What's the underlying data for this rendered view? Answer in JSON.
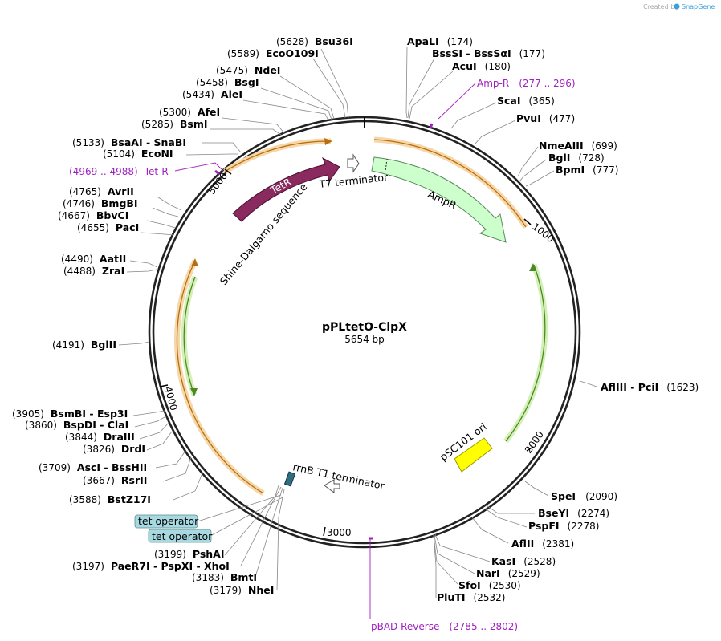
{
  "credit": {
    "created_by": "Created by",
    "brand": "SnapGene"
  },
  "plasmid": {
    "name": "pPLtetO-ClpX",
    "size_label": "5654 bp",
    "length": 5654
  },
  "ticks": [
    {
      "pos": 1000,
      "label": "1000"
    },
    {
      "pos": 2000,
      "label": "2000"
    },
    {
      "pos": 3000,
      "label": "3000"
    },
    {
      "pos": 4000,
      "label": "4000"
    },
    {
      "pos": 5000,
      "label": "5000"
    }
  ],
  "sites": [
    {
      "name": "Bsu36I",
      "pos": "(5628)"
    },
    {
      "name": "EcoO109I",
      "pos": "(5589)"
    },
    {
      "name": "NdeI",
      "pos": "(5475)"
    },
    {
      "name": "BsgI",
      "pos": "(5458)"
    },
    {
      "name": "AleI",
      "pos": "(5434)"
    },
    {
      "name": "AfeI",
      "pos": "(5300)"
    },
    {
      "name": "BsmI",
      "pos": "(5285)"
    },
    {
      "name": "BsaAI - SnaBI",
      "pos": "(5133)"
    },
    {
      "name": "EcoNI",
      "pos": "(5104)"
    },
    {
      "name": "AvrII",
      "pos": "(4765)"
    },
    {
      "name": "BmgBI",
      "pos": "(4746)"
    },
    {
      "name": "BbvCI",
      "pos": "(4667)"
    },
    {
      "name": "PacI",
      "pos": "(4655)"
    },
    {
      "name": "AatII",
      "pos": "(4490)"
    },
    {
      "name": "ZraI",
      "pos": "(4488)"
    },
    {
      "name": "BglII",
      "pos": "(4191)"
    },
    {
      "name": "BsmBI - Esp3I",
      "pos": "(3905)"
    },
    {
      "name": "BspDI - ClaI",
      "pos": "(3860)"
    },
    {
      "name": "DraIII",
      "pos": "(3844)"
    },
    {
      "name": "DrdI",
      "pos": "(3826)"
    },
    {
      "name": "AscI - BssHII",
      "pos": "(3709)"
    },
    {
      "name": "RsrII",
      "pos": "(3667)"
    },
    {
      "name": "BstZ17I",
      "pos": "(3588)"
    },
    {
      "name": "PshAI",
      "pos": "(3199)"
    },
    {
      "name": "PaeR7I - PspXI - XhoI",
      "pos": "(3197)"
    },
    {
      "name": "BmtI",
      "pos": "(3183)"
    },
    {
      "name": "NheI",
      "pos": "(3179)"
    },
    {
      "name": "ApaLI",
      "pos": "(174)"
    },
    {
      "name": "BssSI - BssSαI",
      "pos": "(177)"
    },
    {
      "name": "AcuI",
      "pos": "(180)"
    },
    {
      "name": "ScaI",
      "pos": "(365)"
    },
    {
      "name": "PvuI",
      "pos": "(477)"
    },
    {
      "name": "NmeAIII",
      "pos": "(699)"
    },
    {
      "name": "BglI",
      "pos": "(728)"
    },
    {
      "name": "BpmI",
      "pos": "(777)"
    },
    {
      "name": "AflIII - PciI",
      "pos": "(1623)"
    },
    {
      "name": "SpeI",
      "pos": "(2090)"
    },
    {
      "name": "BseYI",
      "pos": "(2274)"
    },
    {
      "name": "PspFI",
      "pos": "(2278)"
    },
    {
      "name": "AflII",
      "pos": "(2381)"
    },
    {
      "name": "KasI",
      "pos": "(2528)"
    },
    {
      "name": "NarI",
      "pos": "(2529)"
    },
    {
      "name": "SfoI",
      "pos": "(2530)"
    },
    {
      "name": "PluTI",
      "pos": "(2532)"
    }
  ],
  "primers": [
    {
      "name": "Amp-R",
      "range": "(277 .. 296)"
    },
    {
      "name": "Tet-R",
      "range": "(4969 .. 4988)"
    },
    {
      "name": "pBAD Reverse",
      "range": "(2785 .. 2802)"
    }
  ],
  "features": [
    {
      "name": "TetR",
      "color": "#8a2a5e"
    },
    {
      "name": "AmpR",
      "color": "#ccffcc"
    },
    {
      "name": "pSC101 ori",
      "color": "#ffff00"
    },
    {
      "name": "T7 terminator",
      "color": "#ffffff"
    },
    {
      "name": "rrnB T1 terminator",
      "color": "#ffffff"
    },
    {
      "name": "Shine-Dalgarno sequence",
      "color": "#2e6e80"
    }
  ],
  "tags": [
    {
      "label": "tet operator",
      "color": "#a8d8e0"
    },
    {
      "label": "tet operator",
      "color": "#a8d8e0"
    }
  ],
  "colors": {
    "primer": "#a020c0",
    "orf_orange": "#f0a030",
    "orf_green": "#90d060",
    "backbone": "#222222"
  }
}
